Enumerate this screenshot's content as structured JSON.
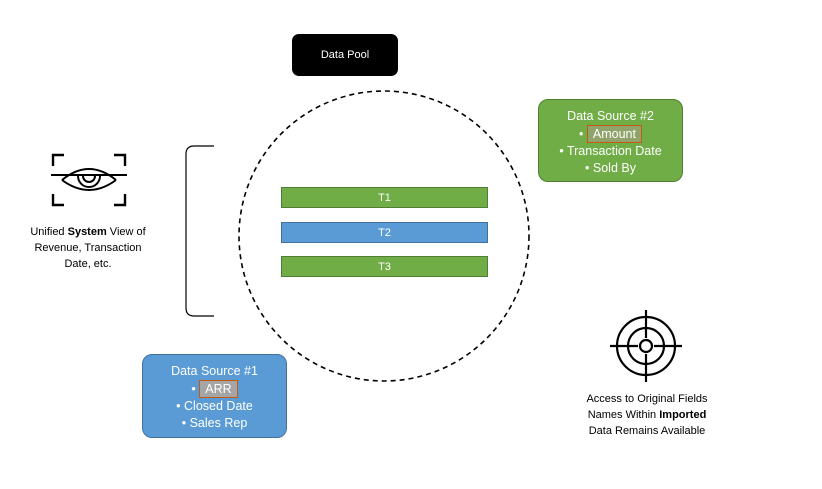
{
  "data_pool": {
    "label": "Data Pool"
  },
  "tables": [
    {
      "label": "T1"
    },
    {
      "label": "T2"
    },
    {
      "label": "T3"
    }
  ],
  "data_source_2": {
    "title": "Data Source #2",
    "bullet": "•",
    "fields": [
      "Amount",
      "Transaction Date",
      "Sold By"
    ]
  },
  "data_source_1": {
    "title": "Data Source #1",
    "bullet": "•",
    "fields": [
      "ARR",
      "Closed Date",
      "Sales Rep"
    ]
  },
  "unified_view": {
    "pre": "Unified ",
    "bold": "System",
    "post": " View of",
    "line2": "Revenue, Transaction",
    "line3": "Date, etc."
  },
  "access_note": {
    "line1": "Access to Original Fields",
    "line2_pre": "Names Within ",
    "line2_bold": "Imported",
    "line3": "Data Remains Available"
  },
  "colors": {
    "green": "#70ad47",
    "blue": "#5b9bd5",
    "highlight_border": "#c55a11",
    "pool": "#000000"
  },
  "icons": {
    "eye": "eye-scan-icon",
    "target": "target-icon"
  }
}
